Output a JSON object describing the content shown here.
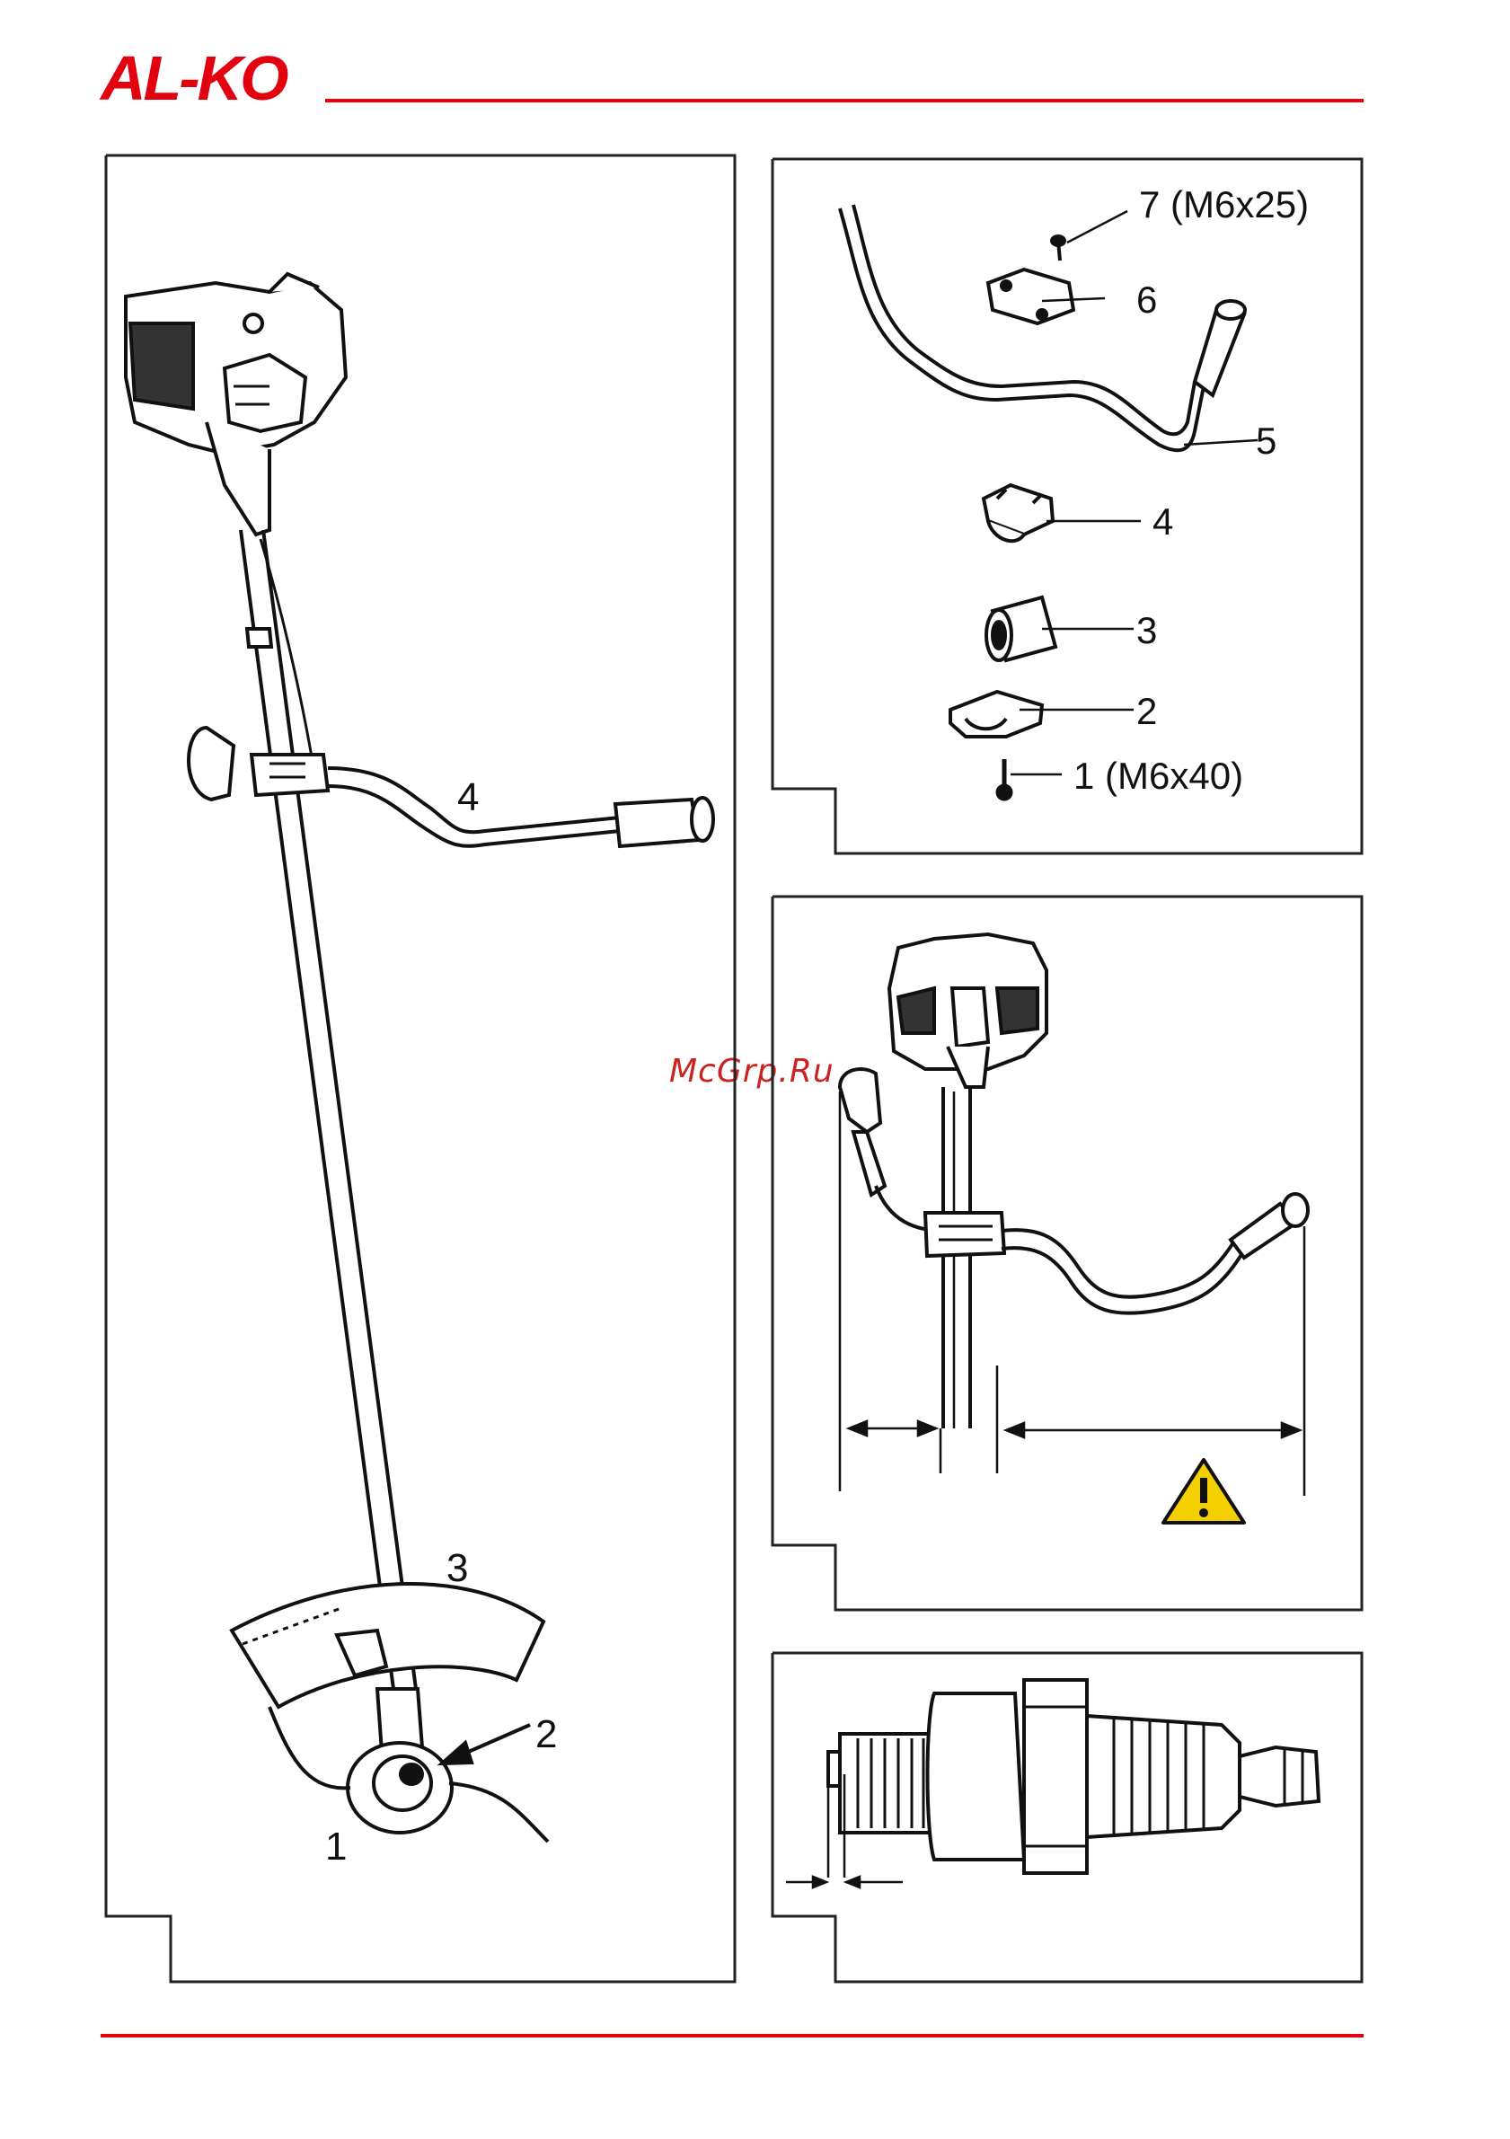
{
  "brand": {
    "logo_text": "AL-KO",
    "accent": "#e3000f"
  },
  "watermark": {
    "text": "McGrp.Ru",
    "color": "#cc2222"
  },
  "figure_main": {
    "callouts": [
      "1",
      "2",
      "3",
      "4"
    ]
  },
  "figure_parts": {
    "callouts": [
      "7 (M6x25)",
      "6",
      "5",
      "4",
      "3",
      "2",
      "1 (M6x40)"
    ]
  },
  "figure_handle": {
    "warning_icon": "warning-triangle-icon",
    "warning_color": "#f5d000"
  },
  "figure_sparkplug": {
    "icon": "spark-plug-icon"
  }
}
